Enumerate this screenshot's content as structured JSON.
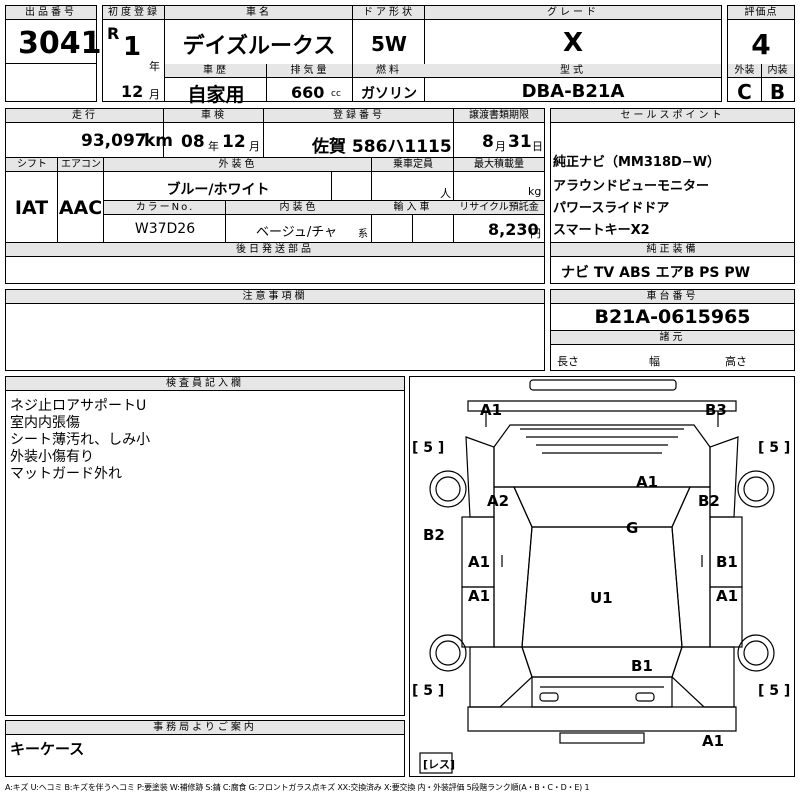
{
  "header": {
    "lot_no_label": "出品番号",
    "lot_no": "3041",
    "first_reg_label": "初度登録",
    "era": "R",
    "year": "1",
    "year_unit": "年",
    "month": "12",
    "month_unit": "月",
    "car_name_label": "車名",
    "car_name": "デイズルークス",
    "door_label": "ドア形状",
    "door": "5W",
    "grade_label": "グレード",
    "grade": "X",
    "score_label": "評価点",
    "score": "4",
    "history_label": "車歴",
    "history": "自家用",
    "displacement_label": "排気量",
    "displacement": "660",
    "displacement_unit": "cc",
    "fuel_label": "燃料",
    "fuel": "ガソリン",
    "model_label": "型式",
    "model": "DBA-B21A",
    "exterior_label": "外装",
    "exterior": "C",
    "interior_label": "内装",
    "interior": "B"
  },
  "row2": {
    "mileage_label": "走行",
    "mileage": "93,097",
    "mileage_unit": "km",
    "inspection_label": "車検",
    "insp_year": "08",
    "insp_year_unit": "年",
    "insp_month": "12",
    "insp_month_unit": "月",
    "plate_label": "登録番号",
    "plate": "佐賀 586ハ1115",
    "transfer_label": "譲渡書類期限",
    "transfer_month": "8",
    "transfer_month_unit": "月",
    "transfer_day": "31",
    "transfer_day_unit": "日",
    "sales_label": "セールスポイント",
    "sales_points": [
      "純正ナビ（MM318D−W）",
      "アラウンドビューモニター",
      "パワースライドドア",
      "スマートキーX2"
    ]
  },
  "row3": {
    "shift_label": "シフト",
    "shift": "IAT",
    "ac_label": "エアコン",
    "ac": "AAC",
    "color_label": "外装色",
    "color": "ブルー/ホワイト",
    "capacity_label": "乗車定員",
    "capacity_unit": "人",
    "load_label": "最大積載量",
    "load_unit": "kg",
    "color_no_label": "カラーNo.",
    "color_no": "W37D26",
    "int_color_label": "内装色",
    "int_color": "ベージュ/チャ",
    "int_color_suffix": "系",
    "import_label": "輸入車",
    "recycle_label": "リサイクル預託金",
    "recycle": "8,230",
    "recycle_unit": "円",
    "later_label": "後日発送部品",
    "equip_label": "純正装備",
    "equipment": "ナビ TV ABS エアB PS PW"
  },
  "notes": {
    "caution_label": "注意事項欄",
    "chassis_label": "車台番号",
    "chassis": "B21A-0615965",
    "specs_label": "諸元",
    "length_label": "長さ",
    "width_label": "幅",
    "height_label": "高さ"
  },
  "inspector": {
    "label": "検査員記入欄",
    "lines": [
      "ネジ止ロアサポートU",
      "室内内張傷",
      "シート薄汚れ、しみ小",
      "外装小傷有り",
      "マットガード外れ"
    ]
  },
  "office": {
    "label": "事務局よりご案内",
    "text": "キーケース"
  },
  "diagram": {
    "marks": [
      "A1",
      "B3",
      "A1",
      "A2",
      "B2",
      "G",
      "B2",
      "A1",
      "B1",
      "A1",
      "U1",
      "A1",
      "B1",
      "A1"
    ],
    "tire_labels": [
      "[ 5 ]",
      "[ 5 ]",
      "[ 5 ]",
      "[ 5 ]"
    ],
    "spare_label": "[レス]"
  },
  "legend": "A:キズ U:ヘコミ B:キズを伴うヘコミ P:要塗装 W:補修跡 S:錆 C:腐食 G:フロントガラス点キズ XX:交換済み X:要交換 内・外装評価 5段階ランク順(A・B・C・D・E) 1"
}
